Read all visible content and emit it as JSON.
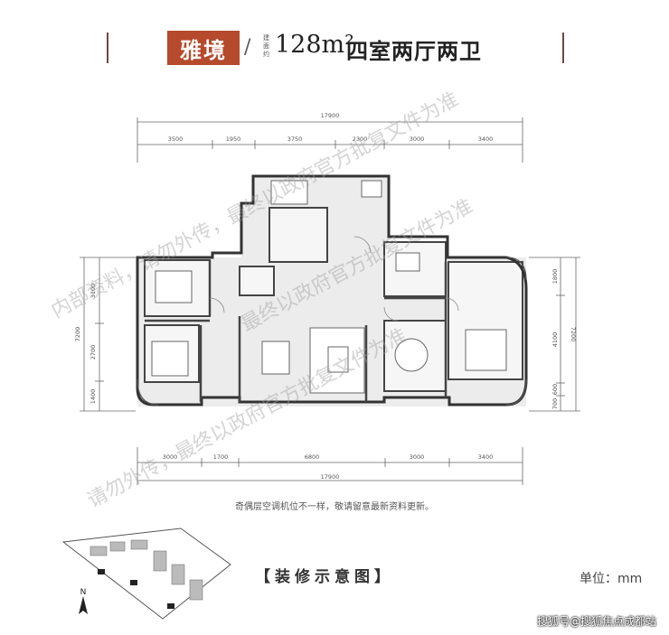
{
  "header": {
    "name": "雅境",
    "slash": "/",
    "area_note": "建面约",
    "area": "128m²",
    "room_type": "四室两厅两卫"
  },
  "dimensions": {
    "top_total": "17900",
    "top_segments": [
      "3500",
      "1950",
      "3750",
      "2300",
      "3000",
      "3400"
    ],
    "bottom_total": "17900",
    "bottom_segments": [
      "3000",
      "1700",
      "6800",
      "3000",
      "3400"
    ],
    "left_total": "7200",
    "left_segments": [
      "3100",
      "2700",
      "1400"
    ],
    "right_total": "7200",
    "right_segments": [
      "1800",
      "4100",
      "600",
      "700"
    ]
  },
  "note": "奇偶层空调机位不一样，敬请留意最新资料更新。",
  "caption": "【装修示意图】",
  "unit": "单位：mm",
  "compass": "N",
  "credit": "搜狐号@搜狐焦点成都站",
  "watermarks": [
    "内部资料，请勿外传，最终以政府官方批复文件为准",
    "最终以政府官方批复文件为准",
    "请勿外传，最终以政府官方批复文件为准"
  ],
  "colors": {
    "accent": "#b54a2c",
    "floor": "#e9e9e9",
    "wall": "#444444"
  }
}
